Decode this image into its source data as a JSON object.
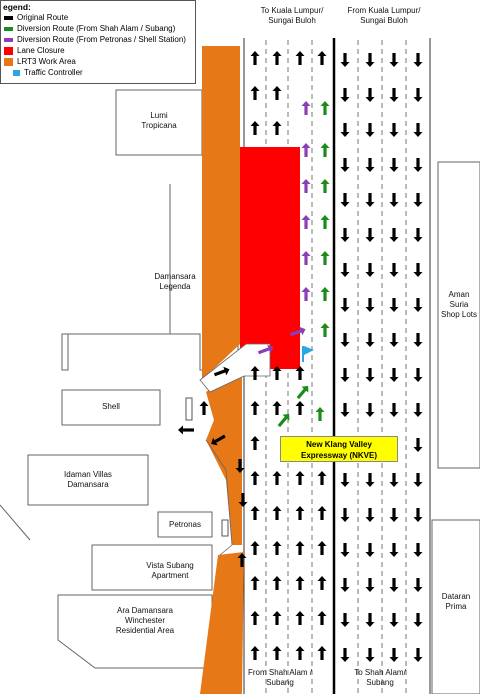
{
  "legend": {
    "title": "egend:",
    "items": [
      {
        "label": "Original Route",
        "color": "#000000",
        "kind": "line"
      },
      {
        "label": "Diversion Route (From Shah Alam / Subang)",
        "color": "#1a8c1a",
        "kind": "line"
      },
      {
        "label": "Diversion Route (From Petronas / Shell Station)",
        "color": "#8a3fb5",
        "kind": "line"
      },
      {
        "label": "Lane Closure",
        "color": "#ff0000",
        "kind": "box"
      },
      {
        "label": "LRT3 Work Area",
        "color": "#e67818",
        "kind": "box"
      },
      {
        "label": "Traffic Controller",
        "color": "#2aa6e0",
        "kind": "flag"
      }
    ]
  },
  "road_labels": {
    "top_left": "To Kuala Lumpur/\nSungai Buloh",
    "top_right": "From Kuala Lumpur/\nSungai Buloh",
    "bottom_left": "From Shah Alam /\nSubang",
    "bottom_right": "To Shah Alam/\nSubang"
  },
  "expressway": "New Klang Valley\nExpressway (NKVE)",
  "places": {
    "lumi": "Lumi\nTropicana",
    "damansara": "Damansara\nLegenda",
    "shell": "Shell",
    "idaman": "Idaman Villas\nDamansara",
    "petronas": "Petronas",
    "vista": "Vista Subang\nApartment",
    "ara": "Ara Damansara\nWinchester\nResidential Area",
    "aman": "Aman\nSuria\nShop Lots",
    "dataran": "Dataran\nPrima"
  },
  "colors": {
    "orange": "#e67818",
    "red": "#ff0000",
    "green": "#1a8c1a",
    "purple": "#8a3fb5",
    "blue": "#2aa6e0",
    "yellow": "#ffff00"
  }
}
